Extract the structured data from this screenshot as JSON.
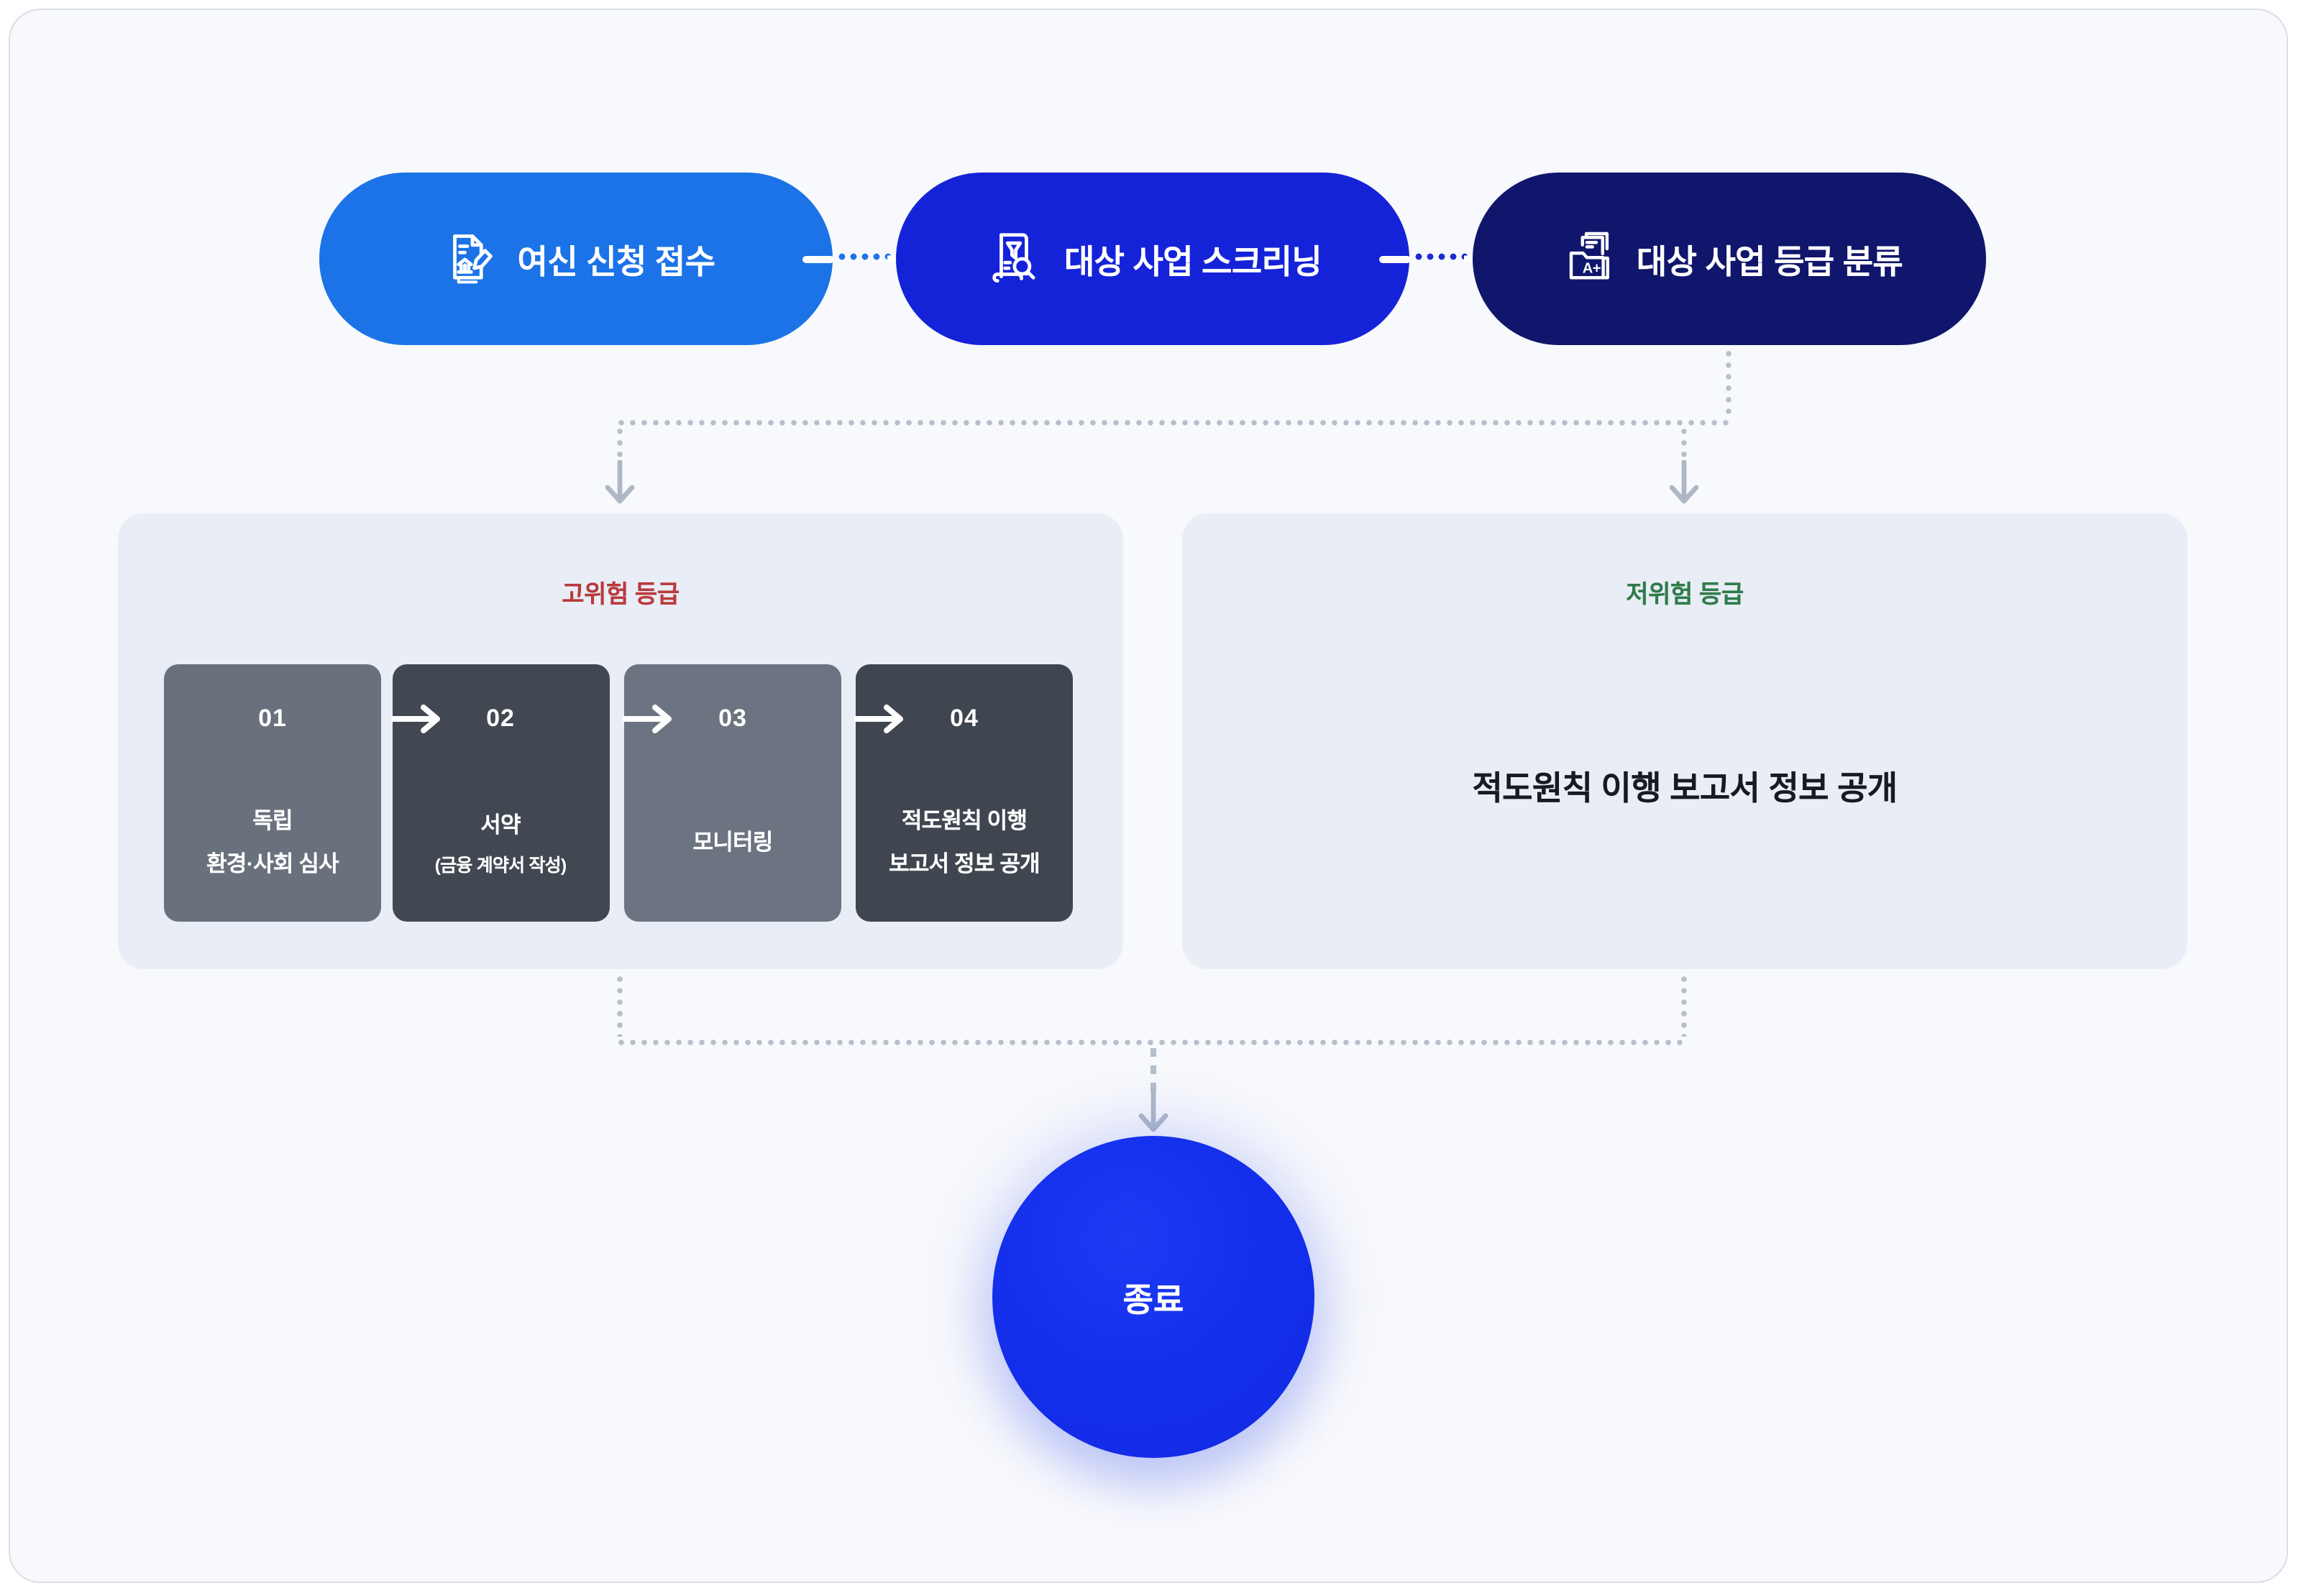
{
  "flow": {
    "steps": [
      {
        "label": "여신 신청 접수"
      },
      {
        "label": "대상 사업 스크리닝"
      },
      {
        "label": "대상 사업 등급 분류"
      }
    ],
    "grade_icon_text": "A+"
  },
  "high_risk": {
    "title": "고위험 등급",
    "steps": [
      {
        "number": "01",
        "line1": "독립",
        "line2": "환경·사회 심사"
      },
      {
        "number": "02",
        "line1": "서약",
        "sub": "(금융 계약서 작성)"
      },
      {
        "number": "03",
        "line1": "모니터링"
      },
      {
        "number": "04",
        "line1": "적도원칙 이행",
        "line2": "보고서 정보 공개"
      }
    ]
  },
  "low_risk": {
    "title": "저위험 등급",
    "body": "적도원칙 이행 보고서 정보 공개"
  },
  "end": {
    "label": "종료"
  },
  "colors": {
    "step1_blue": "#1B73E7",
    "step2_blue": "#1523D8",
    "step3_navy": "#10166B",
    "high_risk_red": "#B93B3D",
    "low_risk_green": "#2F7C4B",
    "panel_bg": "#E9EDF6",
    "card_gray_light": "#69717D",
    "card_gray_dark": "#414851",
    "end_circle_blue": "#1430EC",
    "connector_gray": "#B6BFCB"
  }
}
